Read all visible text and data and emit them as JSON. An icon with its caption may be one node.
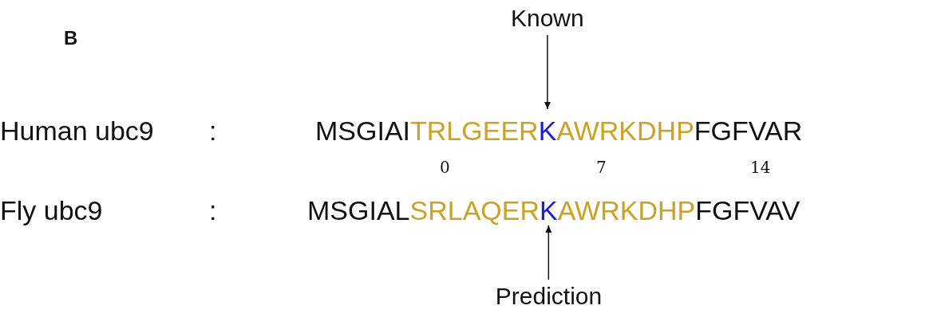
{
  "diagram": {
    "nodes": [
      {
        "text": [
          "Known"
        ]
      },
      {
        "text": [
          "MSGIAITRLGEERKAWRKDHPFGFVAR"
        ]
      },
      {
        "text": [
          "MSGIALSRLAQERKAWRKDHPFGFVAV"
        ]
      },
      {
        "text": [
          "Prediction"
        ]
      }
    ],
    "edges": [
      {
        "from": 0,
        "to": 1,
        "arrow": "to"
      },
      {
        "from": 3,
        "to": 2,
        "arrow": "to"
      }
    ],
    "labels": [
      "B",
      "Human ubc9",
      ":",
      "0",
      "7",
      "14",
      "Fly ubc9",
      ":"
    ]
  }
}
